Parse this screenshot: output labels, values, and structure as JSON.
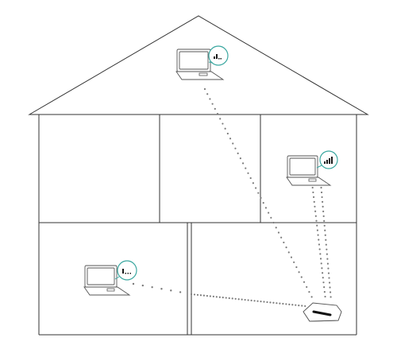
{
  "colors": {
    "wall": "#333333",
    "signal_path": "#7a7a7a",
    "badge_ring": "#3aa7a0",
    "signal_bar": "#1a1a1a"
  },
  "icons": {
    "router": "router-icon",
    "laptop": "laptop-icon",
    "signal": "signal-strength-icon"
  },
  "devices": [
    {
      "name": "laptop-attic",
      "signal_bars": 2
    },
    {
      "name": "laptop-upper-right-room",
      "signal_bars": 4
    },
    {
      "name": "laptop-lower-left-room",
      "signal_bars": 1
    }
  ]
}
